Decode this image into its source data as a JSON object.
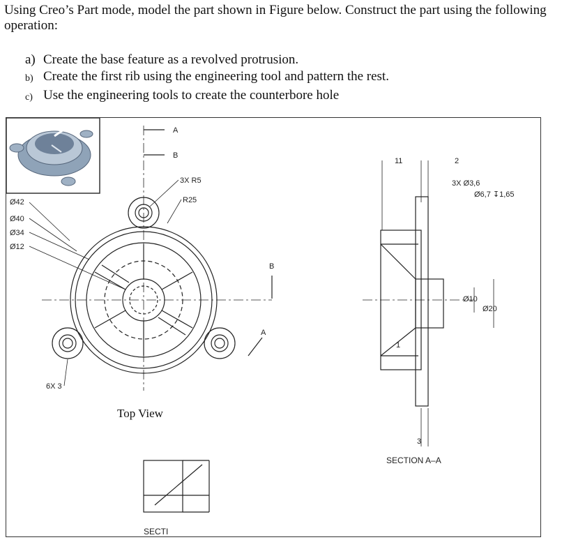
{
  "question": {
    "intro": "Using Creo’s Part mode, model the part shown in Figure below. Construct the part using the following operation:",
    "items": [
      {
        "label": "a)",
        "text": "Create the base feature as a revolved protrusion."
      },
      {
        "label": "b)",
        "text": "Create the first rib using the engineering tool and pattern the rest."
      },
      {
        "label": "c)",
        "text": "Use the engineering tools to create the counterbore hole"
      }
    ]
  },
  "drawing": {
    "top_view_label": "Top View",
    "section_label": "SECTION A–A",
    "partial_section_label": "SECTI",
    "cut_labels": {
      "a": "A",
      "b": "B",
      "b2": "B",
      "a2": "A"
    },
    "dims_left": [
      "Ø42",
      "Ø40",
      "Ø34",
      "Ø12"
    ],
    "dim_3x_r5": "3X R5",
    "dim_r25": "R25",
    "dim_6x3": "6X 3",
    "section_dims": {
      "d11": "11",
      "d2": "2",
      "hole_count": "3X Ø3,6",
      "counterbore": "Ø6,7 ↧1,65",
      "d10": "Ø10",
      "d20": "Ø20",
      "d1": "1",
      "d3": "3"
    }
  }
}
